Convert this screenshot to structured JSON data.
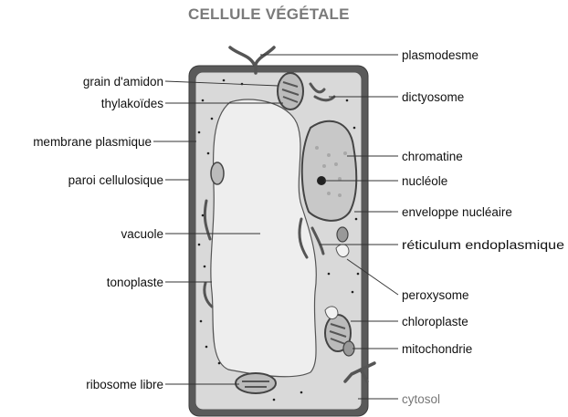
{
  "title": "CELLULE VÉGÉTALE",
  "labels_left": [
    "grain d'amidon",
    "thylakoïdes",
    "membrane plasmique",
    "paroi cellulosique",
    "vacuole",
    "tonoplaste",
    "ribosome libre"
  ],
  "labels_right": [
    "plasmodesme",
    "dictyosome",
    "chromatine",
    "nucléole",
    "enveloppe nucléaire",
    "réticulum endoplasmique",
    "peroxysome",
    "chloroplaste",
    "mitochondrie",
    "cytosol"
  ],
  "colors": {
    "wall": "#5a5a5a",
    "cytoplasm": "#d9d9d9",
    "vacuole": "#eeeeee",
    "nucleus": "#c8c8c8",
    "title": "#7a7a7a"
  }
}
